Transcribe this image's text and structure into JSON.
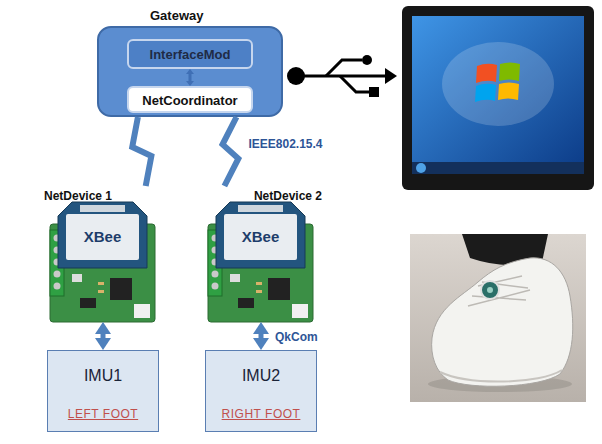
{
  "diagram": {
    "nodes": [
      {
        "text": [
          "Gateway"
        ]
      },
      {
        "text": [
          "InterfaceMod"
        ],
        "in": 0
      },
      {
        "text": [
          "NetCoordinator"
        ],
        "in": 0
      },
      {
        "text": [
          "NetDevice 1"
        ]
      },
      {
        "text": [
          "NetDevice 2"
        ]
      },
      {
        "text": [
          "IMU1",
          "LEFT FOOT"
        ]
      },
      {
        "text": [
          "IMU2",
          "RIGHT FOOT"
        ]
      }
    ],
    "edges": [
      {
        "from": 1,
        "to": 2,
        "arrow": "both"
      },
      {
        "from": 3,
        "to": 0,
        "arrow": "none"
      },
      {
        "from": 4,
        "to": 0,
        "arrow": "none",
        "label": "IEEE802.15.4"
      },
      {
        "from": 3,
        "to": 5,
        "arrow": "both"
      },
      {
        "from": 4,
        "to": 6,
        "arrow": "both",
        "label": "QkCom"
      }
    ],
    "labels": [
      "XBee",
      "XBee"
    ]
  }
}
